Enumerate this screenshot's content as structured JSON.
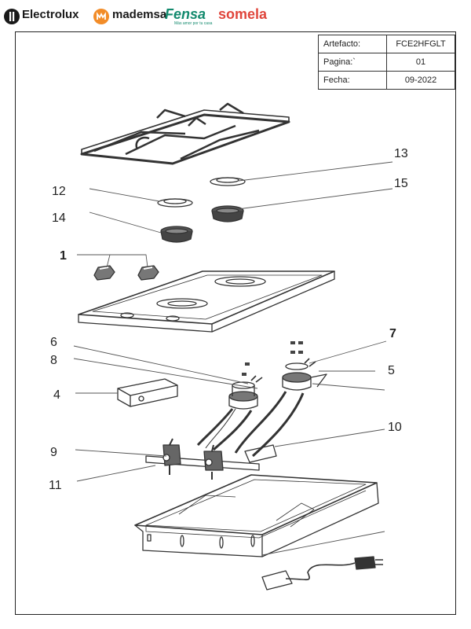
{
  "brands": {
    "electrolux": "Electrolux",
    "mademsa": "mademsa",
    "fensa": "Fensa",
    "fensa_tagline": "Más amor por tu casa",
    "somela": "somela"
  },
  "colors": {
    "electrolux": "#1a1a1a",
    "mademsa_orange": "#f28c28",
    "fensa_green": "#138a6e",
    "somela_red": "#e0463c"
  },
  "info_table": [
    {
      "label": "Artefacto:",
      "value": "FCE2HFGLT"
    },
    {
      "label": "Pagina:`",
      "value": "01"
    },
    {
      "label": "Fecha:",
      "value": "09-2022"
    }
  ],
  "part_labels": {
    "p1": "1",
    "p4": "4",
    "p5": "5",
    "p6": "6",
    "p7": "7",
    "p8": "8",
    "p9": "9",
    "p10": "10",
    "p11": "11",
    "p12": "12",
    "p13": "13",
    "p14": "14",
    "p15": "15"
  }
}
